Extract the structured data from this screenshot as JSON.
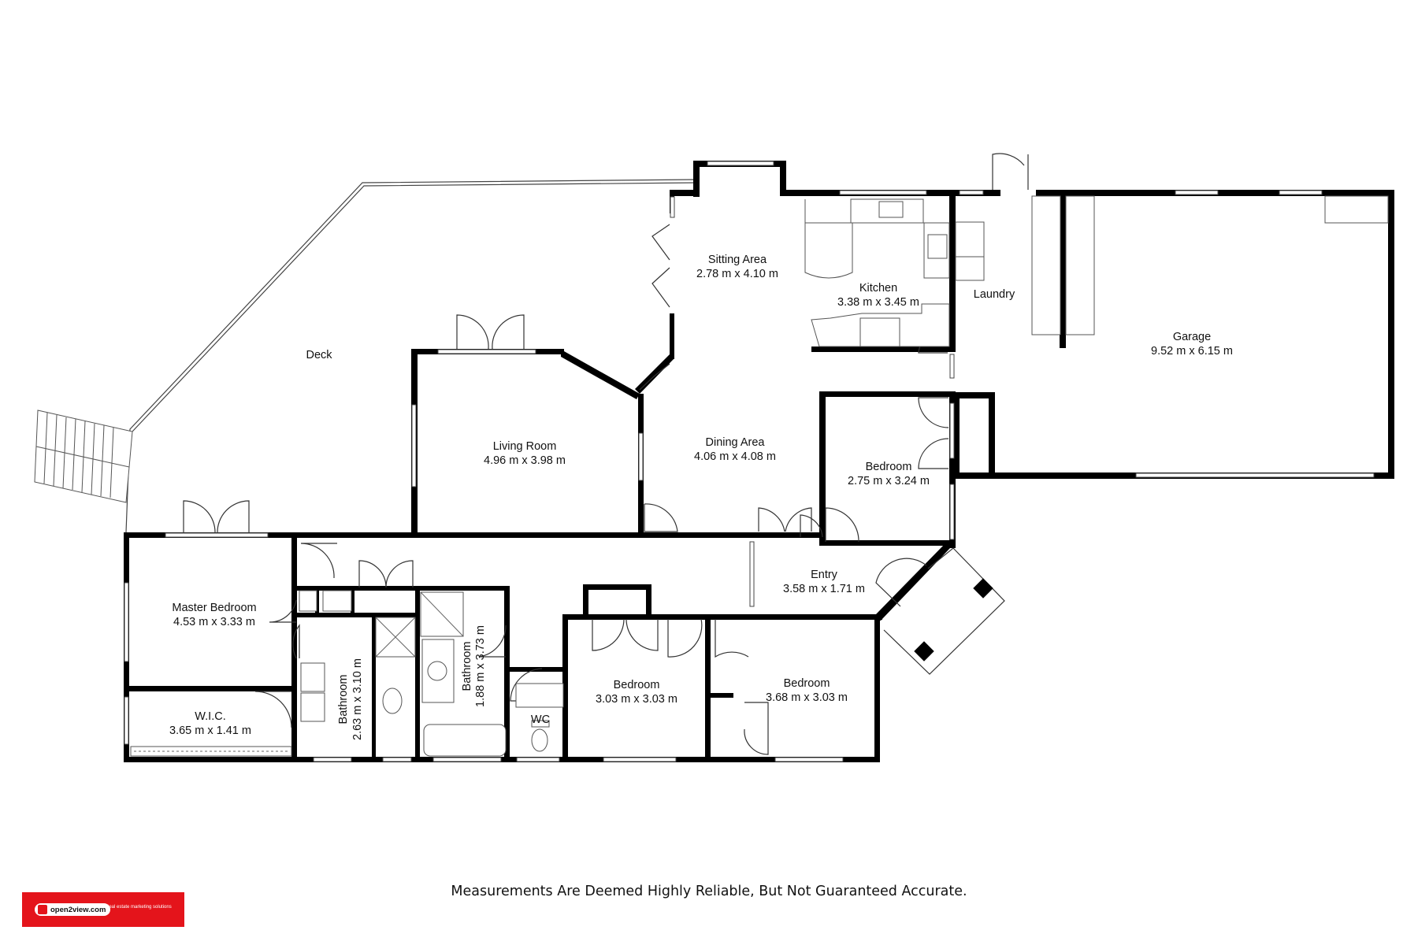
{
  "disclaimer": "Measurements Are Deemed Highly Reliable, But Not Guaranteed Accurate.",
  "brand": {
    "name": "open2view.com",
    "tagline": "Real estate marketing solutions",
    "color": "#e4141b"
  },
  "rooms": {
    "deck": {
      "name": "Deck"
    },
    "sitting": {
      "name": "Sitting Area",
      "dims": "2.78 m x 4.10 m"
    },
    "kitchen": {
      "name": "Kitchen",
      "dims": "3.38 m x 3.45 m"
    },
    "laundry": {
      "name": "Laundry"
    },
    "garage": {
      "name": "Garage",
      "dims": "9.52 m x 6.15 m"
    },
    "living": {
      "name": "Living Room",
      "dims": "4.96 m x 3.98 m"
    },
    "dining": {
      "name": "Dining Area",
      "dims": "4.06 m x 4.08 m"
    },
    "bedroom_mid": {
      "name": "Bedroom",
      "dims": "2.75 m x 3.24 m"
    },
    "entry": {
      "name": "Entry",
      "dims": "3.58 m x 1.71 m"
    },
    "master": {
      "name": "Master Bedroom",
      "dims": "4.53 m x 3.33 m"
    },
    "wic": {
      "name": "W.I.C.",
      "dims": "3.65 m x 1.41 m"
    },
    "bath1": {
      "name": "Bathroom",
      "dims": "2.63 m x 3.10 m"
    },
    "bath2": {
      "name": "Bathroom",
      "dims": "1.88 m x 3.73 m"
    },
    "wc": {
      "name": "WC"
    },
    "bedroom_2": {
      "name": "Bedroom",
      "dims": "3.03 m x 3.03 m"
    },
    "bedroom_3": {
      "name": "Bedroom",
      "dims": "3.68 m x 3.03 m"
    }
  }
}
